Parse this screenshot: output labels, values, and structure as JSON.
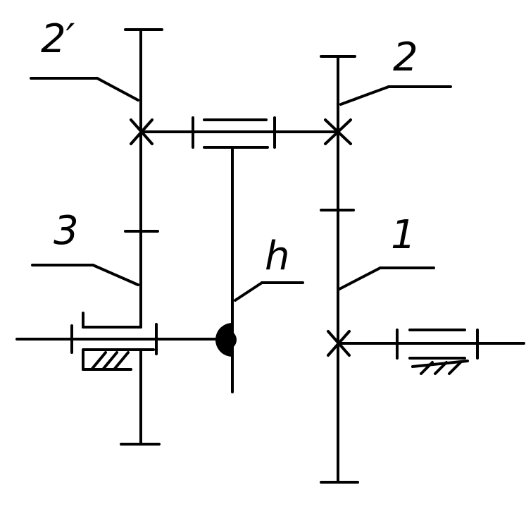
{
  "labels": {
    "gear_2_prime": "2′",
    "gear_2": "2",
    "gear_3": "3",
    "gear_1": "1",
    "carrier_h": "h"
  }
}
